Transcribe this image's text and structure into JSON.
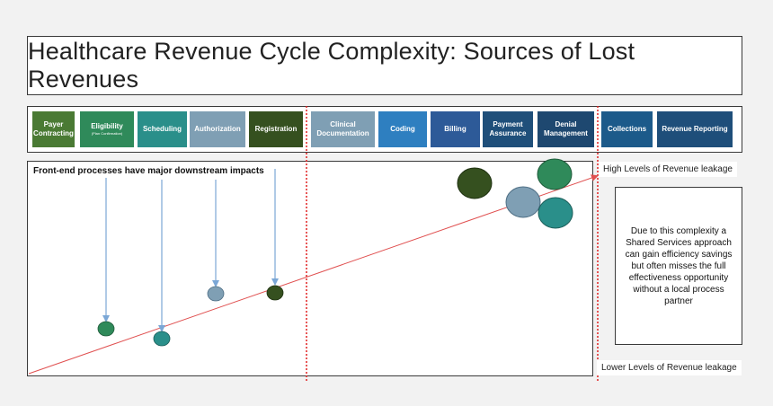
{
  "title": "Healthcare Revenue Cycle Complexity:  Sources of Lost Revenues",
  "stages": [
    {
      "label": "Payer Contracting",
      "sub": "",
      "color": "#4a7a34"
    },
    {
      "label": "Eligibility",
      "sub": "(Plan Confirmation)",
      "color": "#2f8a5a"
    },
    {
      "label": "Scheduling",
      "sub": "",
      "color": "#2a8f8a"
    },
    {
      "label": "Authorization",
      "sub": "",
      "color": "#7f9fb4"
    },
    {
      "label": "Registration",
      "sub": "",
      "color": "#35501f"
    },
    {
      "label": "Clinical Documentation",
      "sub": "",
      "color": "#7f9fb4"
    },
    {
      "label": "Coding",
      "sub": "",
      "color": "#2e7fc0"
    },
    {
      "label": "Billing",
      "sub": "",
      "color": "#2d5a98"
    },
    {
      "label": "Payment Assurance",
      "sub": "",
      "color": "#1f4f7a"
    },
    {
      "label": "Denial Management",
      "sub": "",
      "color": "#1e4870"
    },
    {
      "label": "Collections",
      "sub": "",
      "color": "#1c5a8a"
    },
    {
      "label": "Revenue Reporting",
      "sub": "",
      "color": "#1e4e7a"
    }
  ],
  "panel_heading": "Front-end processes have major downstream impacts",
  "high_label": "High Levels of Revenue leakage",
  "low_label": "Lower Levels of Revenue leakage",
  "note": "Due to this complexity a Shared Services approach can gain efficiency savings but often misses the full effectiveness opportunity without a local process partner",
  "colors": {
    "trend_line": "#e05050",
    "divider": "#e02020",
    "arrow": "#7ba7d6",
    "bubble_green": "#2f8a5a",
    "bubble_teal": "#2a8f8a",
    "bubble_steel": "#7f9fb4",
    "bubble_dark": "#35501f"
  }
}
